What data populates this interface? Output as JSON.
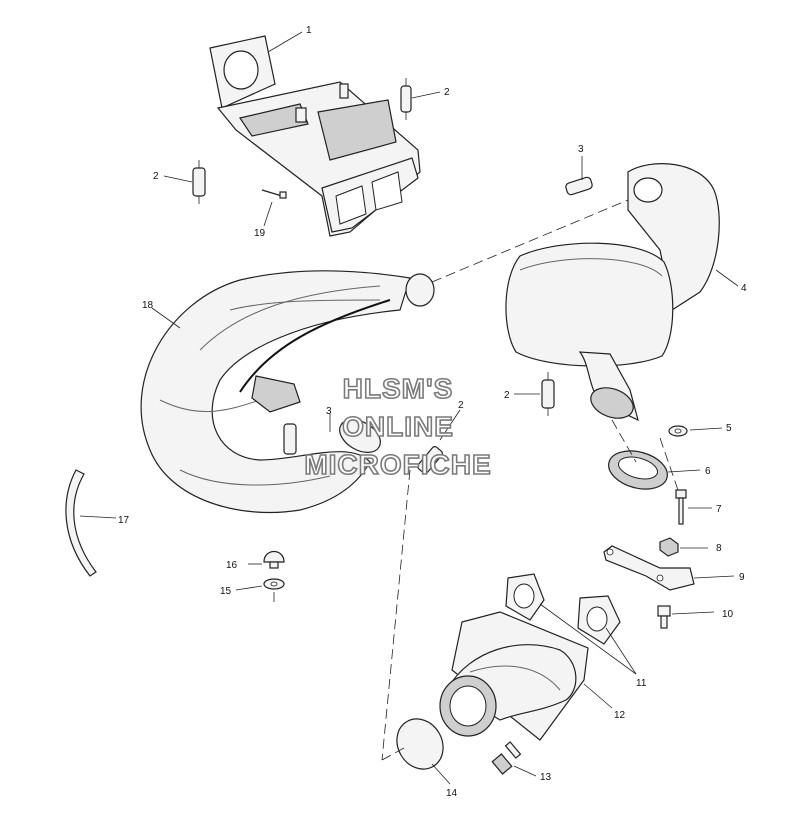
{
  "watermark": {
    "line1": "HLSM'S",
    "line2": "ONLINE",
    "line3": "MICROFICHE"
  },
  "callouts": {
    "c1": "1",
    "c2a": "2",
    "c2b": "2",
    "c2c": "2",
    "c2d": "2",
    "c3a": "3",
    "c3b": "3",
    "c4": "4",
    "c5": "5",
    "c6": "6",
    "c7": "7",
    "c8": "8",
    "c9": "9",
    "c10": "10",
    "c11": "11",
    "c12": "12",
    "c13": "13",
    "c14": "14",
    "c15": "15",
    "c16": "16",
    "c17": "17",
    "c18": "18",
    "c19": "19"
  }
}
